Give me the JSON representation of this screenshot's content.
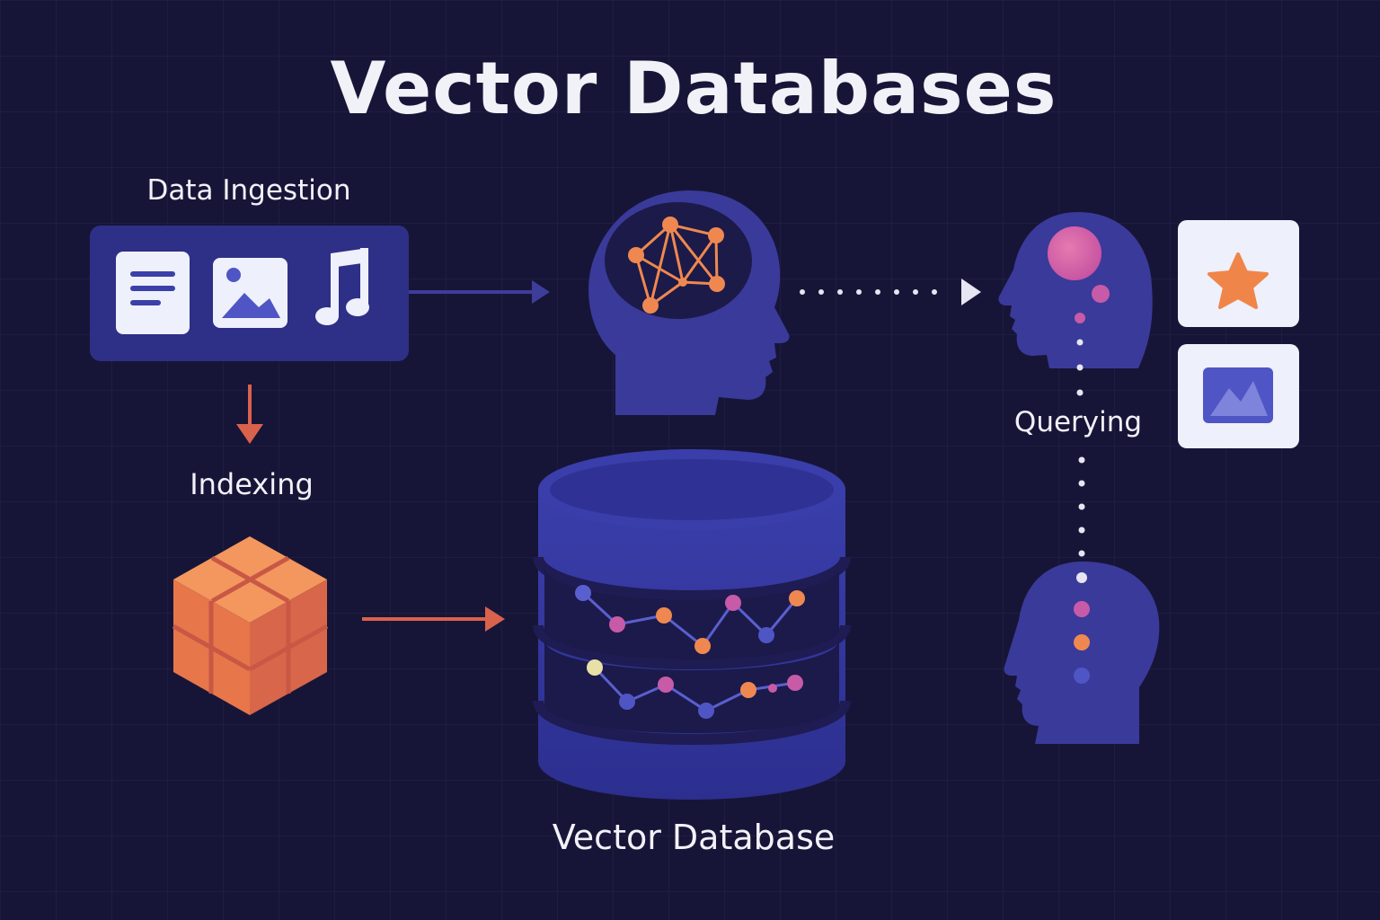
{
  "title": "Vector Databases",
  "labels": {
    "data_ingestion": "Data Ingestion",
    "indexing": "Indexing",
    "querying": "Querying",
    "vector_database": "Vector Database"
  },
  "icons": {
    "ingestion": [
      "document-icon",
      "image-icon",
      "music-note-icon"
    ],
    "model": "brain-network-head-icon",
    "index": "cube-icon",
    "database": "database-cylinder-icon",
    "query_heads": [
      "query-head-top-icon",
      "query-head-bottom-icon"
    ],
    "results": [
      "star-icon",
      "image-icon"
    ]
  },
  "colors": {
    "background": "#171537",
    "primary": "#3b3a9e",
    "accent_orange": "#ee8650",
    "accent_pink": "#c75ba8",
    "arrow_orange": "#d9624d"
  }
}
